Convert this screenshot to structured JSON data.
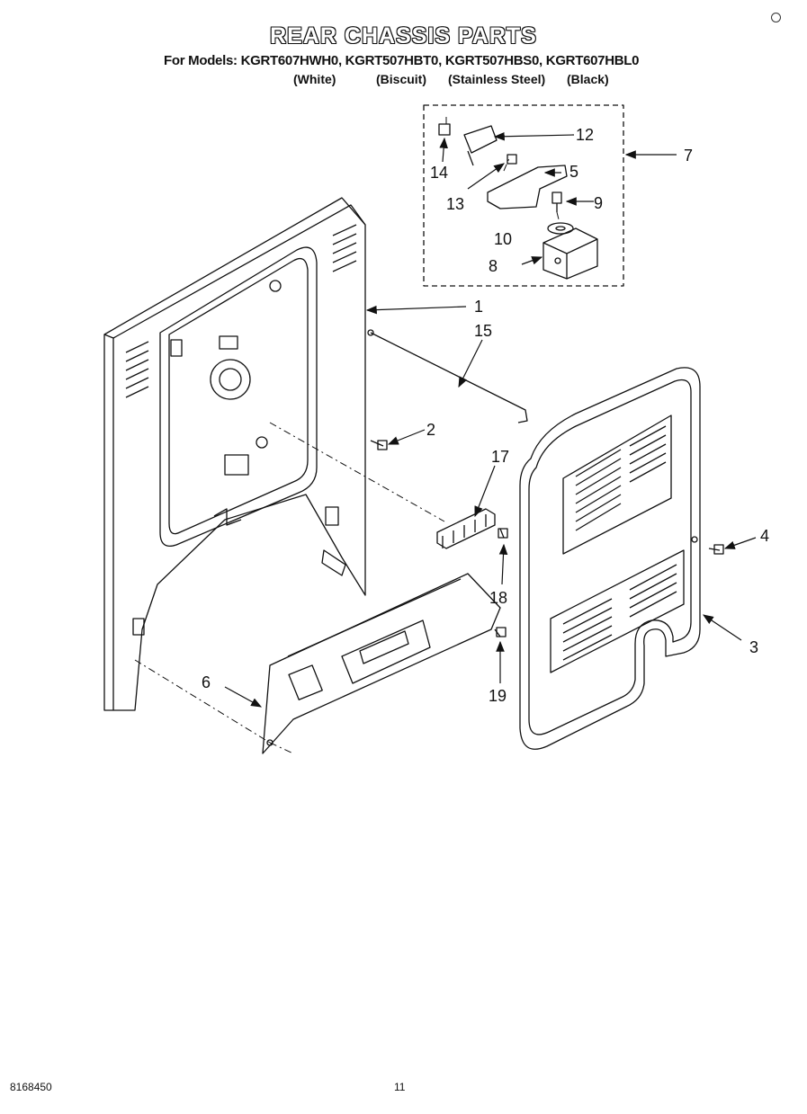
{
  "header": {
    "title": "REAR CHASSIS PARTS",
    "models_line": "For Models: KGRT607HWH0, KGRT507HBT0, KGRT507HBS0, KGRT607HBL0",
    "finishes": [
      "(White)",
      "(Biscuit)",
      "(Stainless Steel)",
      "(Black)"
    ]
  },
  "callouts": {
    "c1": "1",
    "c2": "2",
    "c3": "3",
    "c4": "4",
    "c5": "5",
    "c6": "6",
    "c7": "7",
    "c8": "8",
    "c9": "9",
    "c10": "10",
    "c12": "12",
    "c13": "13",
    "c14": "14",
    "c15": "15",
    "c17": "17",
    "c18": "18",
    "c19": "19"
  },
  "footer": {
    "doc_number": "8168450",
    "page_number": "11"
  }
}
